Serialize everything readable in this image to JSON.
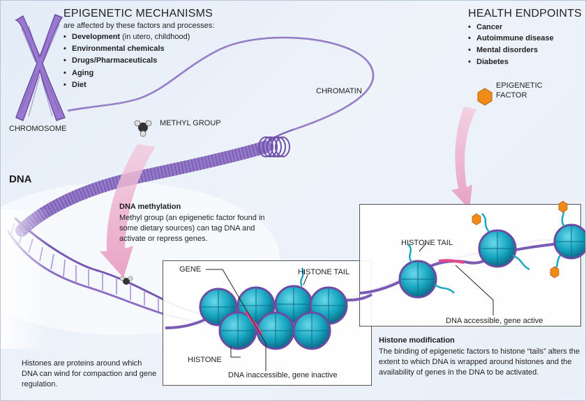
{
  "mechanisms": {
    "title": "EPIGENETIC MECHANISMS",
    "subtitle": "are affected by these factors and processes:",
    "items": [
      {
        "bold": "Development",
        "rest": " (in utero, childhood)"
      },
      {
        "bold": "Environmental chemicals",
        "rest": ""
      },
      {
        "bold": "Drugs/Pharmaceuticals",
        "rest": ""
      },
      {
        "bold": "Aging",
        "rest": ""
      },
      {
        "bold": "Diet",
        "rest": ""
      }
    ]
  },
  "health": {
    "title": "HEALTH ENDPOINTS",
    "items": [
      "Cancer",
      "Autoimmune disease",
      "Mental disorders",
      "Diabetes"
    ]
  },
  "labels": {
    "chromosome": "CHROMOSOME",
    "chromatin": "CHROMATIN",
    "methyl_group": "METHYL GROUP",
    "epigenetic_factor_1": "EPIGENETIC",
    "epigenetic_factor_2": "FACTOR",
    "dna": "DNA",
    "gene": "GENE",
    "histone_tail_left": "HISTONE TAIL",
    "histone_tail_right": "HISTONE TAIL",
    "histone": "HISTONE",
    "dna_inaccessible": "DNA inaccessible, gene inactive",
    "dna_accessible": "DNA accessible, gene active"
  },
  "methylation": {
    "title": "DNA methylation",
    "text": "Methyl group (an epigenetic factor found in some dietary sources) can tag DNA and activate or repress genes."
  },
  "histones_note": "Histones are proteins around which DNA can wind for compaction and gene regulation.",
  "modification": {
    "title": "Histone modification",
    "text": "The binding of epigenetic factors to histone “tails” alters the extent to which DNA is wrapped around histones and the availability of genes in the DNA to be activated."
  },
  "colors": {
    "chromatin": "#8a6bc2",
    "histone": "#1aa7c2",
    "histone_dark": "#0b6b86",
    "gene": "#e8458a",
    "arrow": "#e7a9c6",
    "factor": "#f08a18"
  },
  "icons": [
    "chromosome-icon",
    "methyl-group-icon",
    "epigenetic-factor-icon"
  ]
}
